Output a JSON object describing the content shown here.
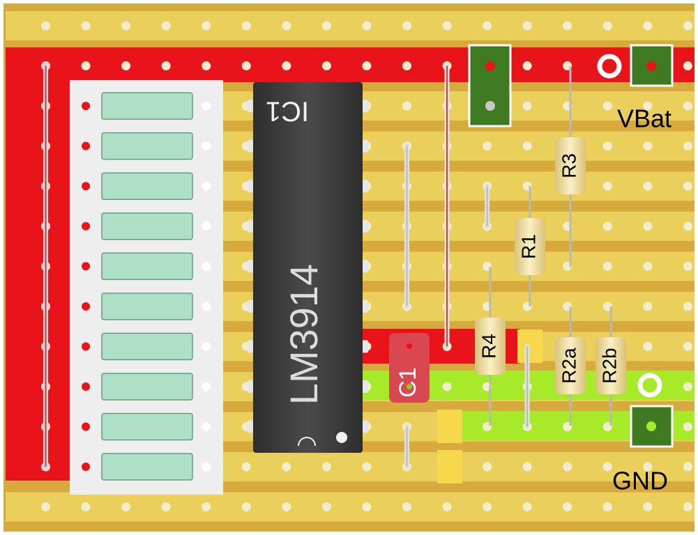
{
  "colors": {
    "board": "#d6aa3c",
    "strip": "#ead05a",
    "power_rail": "#e8141a",
    "ground_rail": "#a6ea2a",
    "hole": "#f4ecd0",
    "cut": "#f7d84c",
    "led_body": "#eeeeee",
    "led_segment": "#aee0c8",
    "ic_body": "#3c3c3c",
    "resistor": "#f0e2a8",
    "capacitor": "#d94850",
    "terminal": "#3e7a22",
    "label_text": "#000000"
  },
  "labels": {
    "ic_ref": "IC1",
    "ic_part": "LM3914",
    "capacitor": "C1",
    "r1": "R1",
    "r2a": "R2a",
    "r2b": "R2b",
    "r3": "R3",
    "r4": "R4",
    "vbat": "VBat",
    "gnd": "GND"
  },
  "led_bar_segments": 10,
  "ic_pins_per_side": 9
}
